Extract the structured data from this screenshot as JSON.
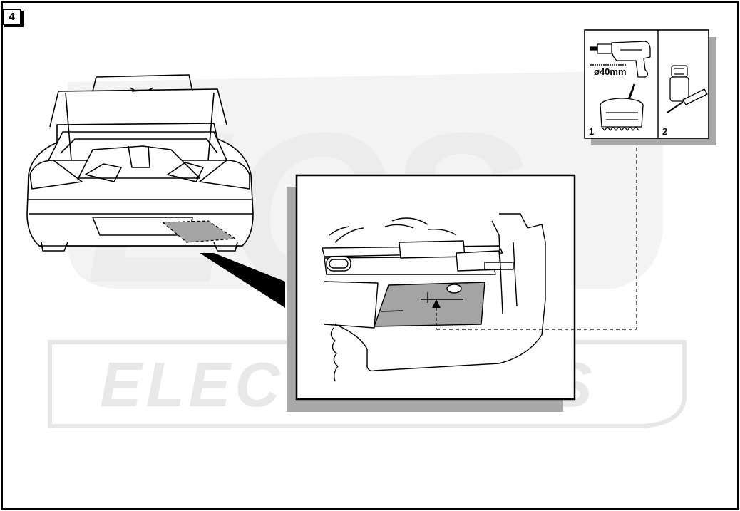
{
  "step_number": "4",
  "watermark": {
    "brand": "ECS",
    "subtitle": "ELECTRONICS"
  },
  "tools_panel": {
    "tool_1": {
      "number": "1",
      "label": "ø40mm",
      "icon_drill": "power-drill",
      "icon_holesaw": "hole-saw"
    },
    "tool_2": {
      "number": "2",
      "icon_paint": "anti-rust-paint"
    }
  },
  "colors": {
    "line": "#000000",
    "watermark": "#ececec",
    "shadow": "#a8a8a8",
    "highlight": "#a4a4a4"
  }
}
